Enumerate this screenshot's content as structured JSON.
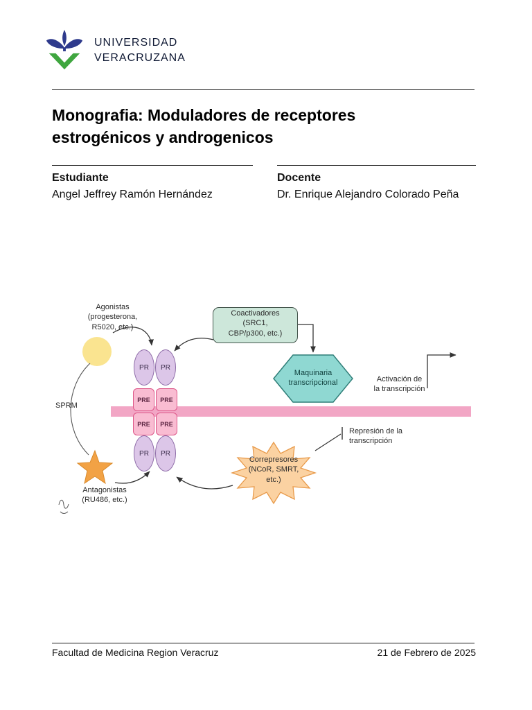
{
  "header": {
    "university_line1": "UNIVERSIDAD",
    "university_line2": "VERACRUZANA",
    "logo_icon": "uv-fleur-de-lis-with-green-v"
  },
  "title": "Monografia: Moduladores de receptores\nestrogénicos y androgenicos",
  "people": {
    "student_label": "Estudiante",
    "student_name": "Angel Jeffrey Ramón Hernández",
    "teacher_label": "Docente",
    "teacher_name": "Dr. Enrique Alejandro Colorado Peña"
  },
  "diagram": {
    "agonists": "Agonistas\n(progesterona,\nR5020, etc.)",
    "sprm": "SPRM",
    "antagonists": "Antagonistas\n(RU486, etc.)",
    "coactivators": "Coactivadores\n(SRC1,\nCBP/p300, etc.)",
    "machinery": "Maquinaria\ntranscripcional",
    "activation": "Activación de\nla transcripción",
    "repression": "Represión de la\ntranscripción",
    "corepressors": "Correpresores\n(NCoR, SMRT,\netc.)",
    "pr": "PR",
    "pre": "PRE",
    "colors": {
      "dna_bar": "#F2A6C5",
      "pr_oval": "#DCC6E8",
      "pre_box": "#F9BCD2",
      "coactivators_box": "#CDE7DA",
      "machinery_hexagon": "#8FD8D2",
      "corepressors_burst": "#FBD2A2",
      "agonist_circle": "#FAE490",
      "antagonist_star": "#F2A245",
      "logo_blue": "#2E3A8C",
      "logo_green": "#3FA63F"
    }
  },
  "footer": {
    "left": "Facultad de Medicina Region Veracruz",
    "right": "21 de Febrero de 2025"
  }
}
